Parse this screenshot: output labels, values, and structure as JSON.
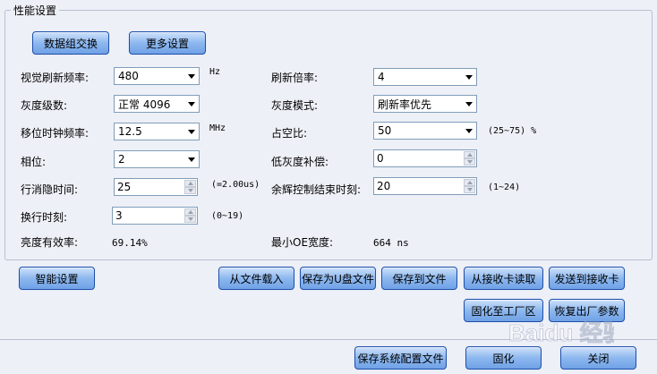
{
  "group_title": "性能设置",
  "buttons": {
    "data_group_swap": "数据组交换",
    "more_settings": "更多设置",
    "smart_settings": "智能设置",
    "load_from_file": "从文件载入",
    "save_as_u_disk": "保存为U盘文件",
    "save_to_file": "保存到文件",
    "read_from_card": "从接收卡读取",
    "send_to_card": "发送到接收卡",
    "solidify_factory": "固化至工厂区",
    "restore_factory": "恢复出厂参数",
    "save_system_config": "保存系统配置文件",
    "solidify": "固化",
    "close": "关闭"
  },
  "left": {
    "refresh_rate": {
      "label": "视觉刷新频率:",
      "value": "480",
      "unit": "Hz"
    },
    "gray_level": {
      "label": "灰度级数:",
      "value": "正常 4096"
    },
    "shift_clock": {
      "label": "移位时钟频率:",
      "value": "12.5",
      "unit": "MHz"
    },
    "phase": {
      "label": "相位:",
      "value": "2"
    },
    "line_blank_time": {
      "label": "行消隐时间:",
      "value": "25",
      "note": "(=2.00us)"
    },
    "line_change_time": {
      "label": "换行时刻:",
      "value": "3",
      "note": "(0~19)"
    },
    "brightness_efficiency": {
      "label": "亮度有效率:",
      "value": "69.14%"
    }
  },
  "right": {
    "refresh_multiplier": {
      "label": "刷新倍率:",
      "value": "4"
    },
    "gray_mode": {
      "label": "灰度模式:",
      "value": "刷新率优先"
    },
    "duty_ratio": {
      "label": "占空比:",
      "value": "50",
      "note": "(25~75) %"
    },
    "low_gray_comp": {
      "label": "低灰度补偿:",
      "value": "0"
    },
    "afterglow_end": {
      "label": "余辉控制结束时刻:",
      "value": "20",
      "note": "(1~24)"
    },
    "min_oe_width": {
      "label": "最小OE宽度:",
      "value": "664 ns"
    }
  },
  "watermark": "Baidu 经验",
  "colors": {
    "background": "#eef0f7",
    "button_top": "#cfe1fb",
    "button_bottom": "#6fa1e6",
    "button_border": "#1f4fa8"
  }
}
